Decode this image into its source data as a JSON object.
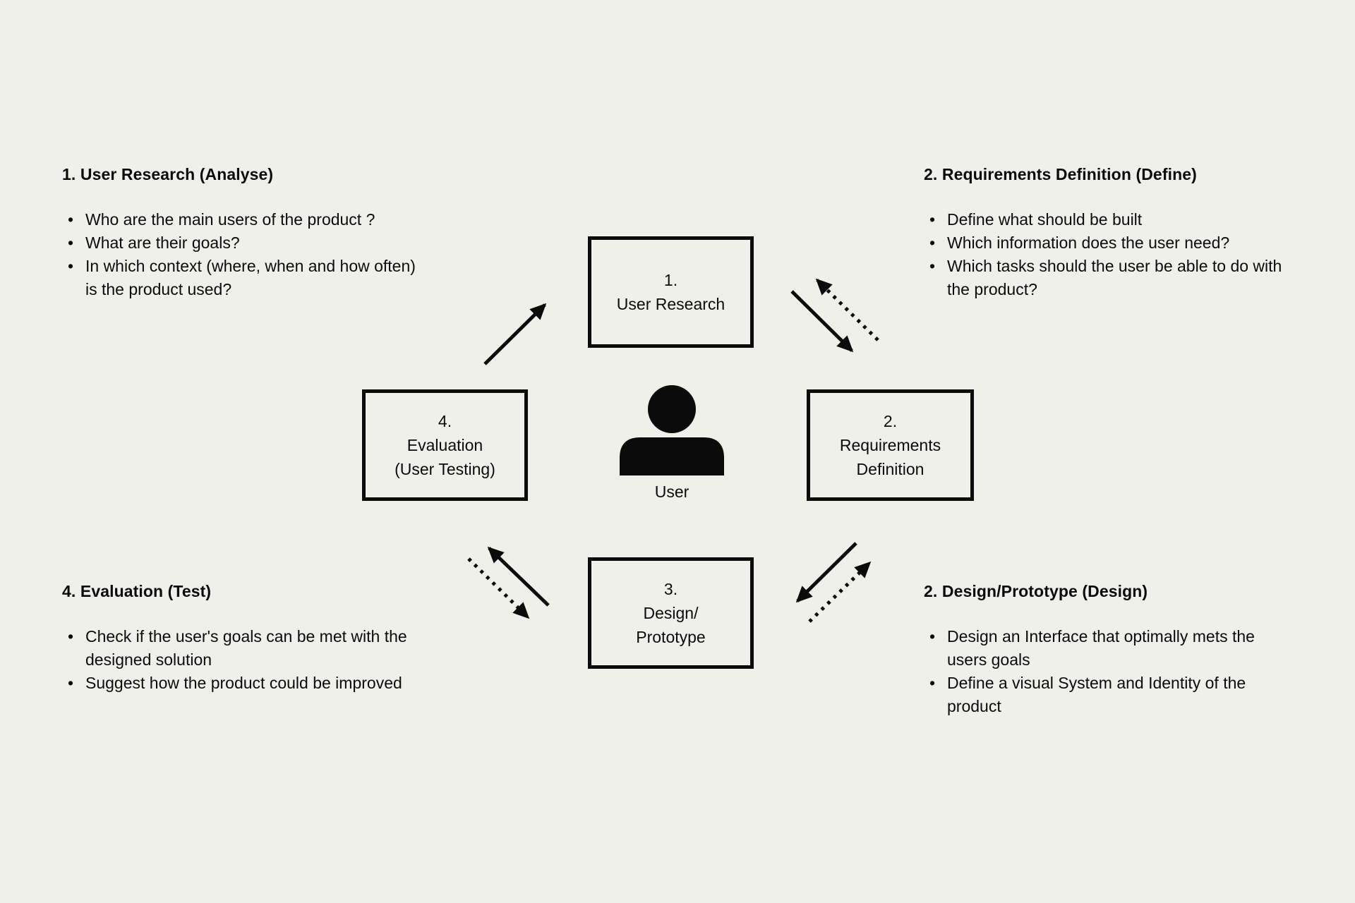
{
  "colors": {
    "background": "#F0F0EA",
    "ink": "#0B0B0B"
  },
  "corner_blocks": {
    "top_left": {
      "heading": "1. User Research (Analyse)",
      "bullets": [
        "Who are the main users of the product ?",
        "What are their goals?",
        "In which context (where, when and how often) is the product used?"
      ]
    },
    "top_right": {
      "heading": "2. Requirements Definition (Define)",
      "bullets": [
        "Define what should be built",
        "Which information does the user need?",
        "Which tasks should the user be able to do with the product?"
      ]
    },
    "bottom_left": {
      "heading": "4. Evaluation (Test)",
      "bullets": [
        "Check if the user's goals can be met with the designed solution",
        "Suggest how the product could be improved"
      ]
    },
    "bottom_right": {
      "heading": "2. Design/Prototype (Design)",
      "bullets": [
        "Design an Interface that optimally mets the users goals",
        "Define a visual System and Identity of the product"
      ]
    }
  },
  "boxes": {
    "user_research": {
      "lines": [
        "1.",
        "User Research"
      ]
    },
    "requirements_definition": {
      "lines": [
        "2.",
        "Requirements",
        "Definition"
      ]
    },
    "design_prototype": {
      "lines": [
        "3.",
        "Design/",
        "Prototype"
      ]
    },
    "evaluation": {
      "lines": [
        "4.",
        "Evaluation",
        "(User Testing)"
      ]
    }
  },
  "center": {
    "icon": "person-icon",
    "label": "User"
  },
  "arrows": [
    {
      "from": "evaluation",
      "to": "user_research",
      "style": "solid"
    },
    {
      "from": "user_research",
      "to": "requirements_definition",
      "style": "solid"
    },
    {
      "from": "requirements_definition",
      "to": "user_research",
      "style": "dotted"
    },
    {
      "from": "requirements_definition",
      "to": "design_prototype",
      "style": "solid"
    },
    {
      "from": "design_prototype",
      "to": "requirements_definition",
      "style": "dotted"
    },
    {
      "from": "design_prototype",
      "to": "evaluation",
      "style": "solid"
    },
    {
      "from": "evaluation",
      "to": "design_prototype",
      "style": "dotted"
    }
  ]
}
